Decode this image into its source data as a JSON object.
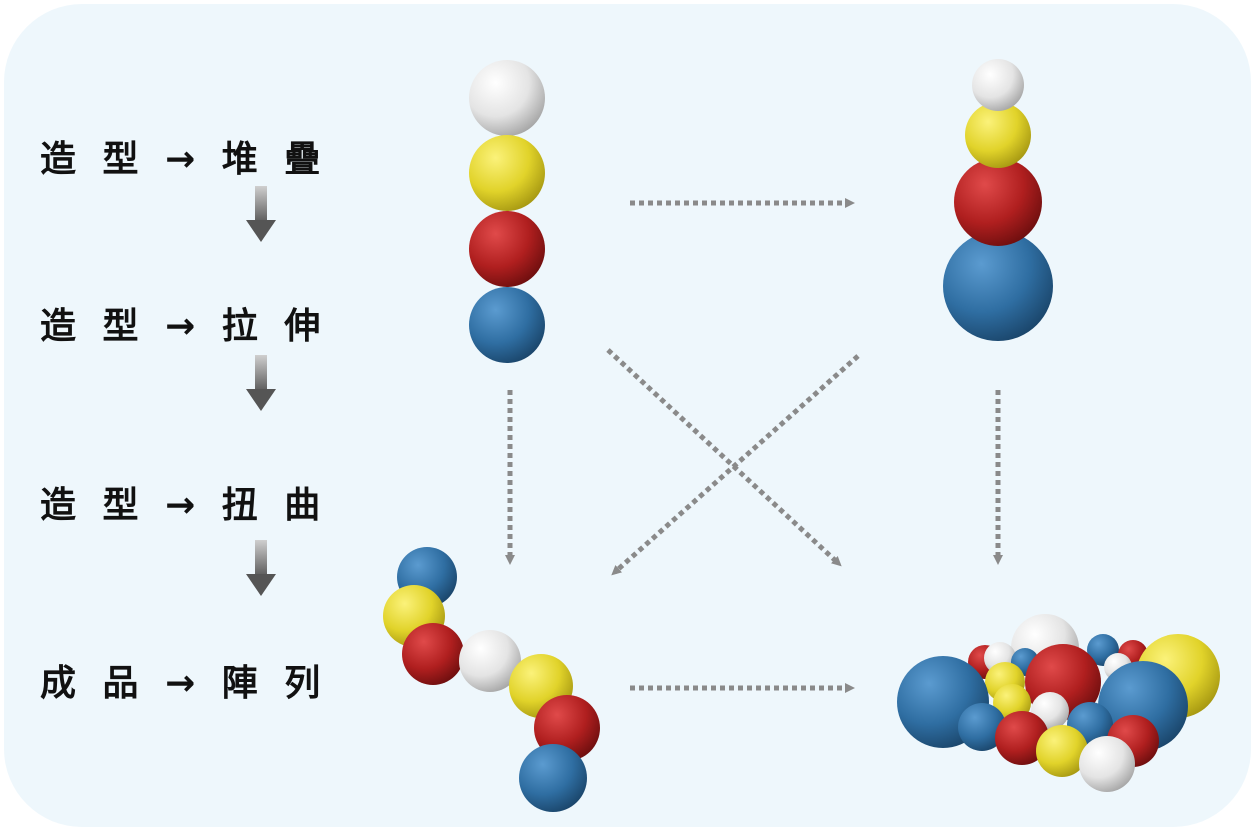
{
  "steps": [
    {
      "label": "造 型 → 堆 疊"
    },
    {
      "label": "造 型 → 拉 伸"
    },
    {
      "label": "造 型 → 扭 曲"
    },
    {
      "label": "成 品 → 陣 列"
    }
  ],
  "colors": {
    "panel": "#eef7fc",
    "arrow": "#8a8a8a",
    "step_arrow": "#5a5a5a",
    "white": "#e6e6e6",
    "yellow": "#e3d62c",
    "red": "#b01f1f",
    "blue": "#2f6ea2"
  }
}
